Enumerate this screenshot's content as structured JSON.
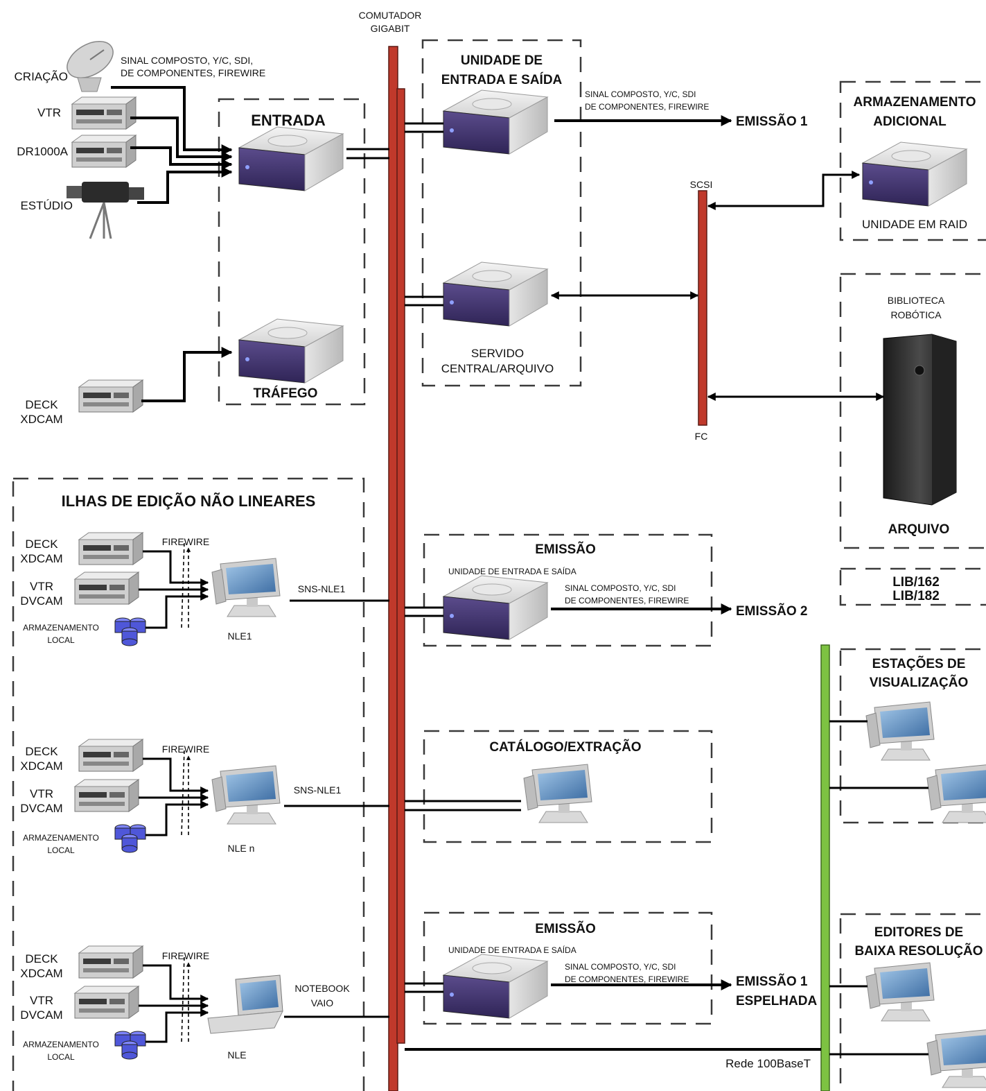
{
  "switch": {
    "label_line1": "COMUTADOR",
    "label_line2": "GIGABIT"
  },
  "sources": {
    "criacao": "CRIAÇÃO",
    "vtr": "VTR",
    "dr1000a": "DR1000A",
    "estudio": "ESTÚDIO",
    "signal_line1": "SINAL COMPOSTO, Y/C, SDI,",
    "signal_line2": "DE COMPONENTES, FIREWIRE",
    "deck_line1": "DECK",
    "deck_line2": "XDCAM"
  },
  "entrada": {
    "title": "ENTRADA",
    "trafego": "TRÁFEGO"
  },
  "io_unit": {
    "title_line1": "UNIDADE DE",
    "title_line2": "ENTRADA E SAÍDA",
    "signal_line1": "SINAL COMPOSTO, Y/C, SDI",
    "signal_line2": "DE COMPONENTES, FIREWIRE",
    "output": "EMISSÃO 1",
    "server_line1": "SERVIDO",
    "server_line2": "CENTRAL/ARQUIVO"
  },
  "storage": {
    "scsi": "SCSI",
    "fc": "FC",
    "title_line1": "ARMAZENAMENTO",
    "title_line2": "ADICIONAL",
    "raid": "UNIDADE EM RAID",
    "library_line1": "BIBLIOTECA",
    "library_line2": "ROBÓTICA",
    "archive": "ARQUIVO",
    "lib1": "LIB/162",
    "lib2": "LIB/182"
  },
  "nle": {
    "title": "ILHAS DE EDIÇÃO NÃO LINEARES",
    "deck_line1": "DECK",
    "deck_line2": "XDCAM",
    "vtr_line1": "VTR",
    "vtr_line2": "DVCAM",
    "storage_line1": "ARMAZENAMENTO",
    "storage_line2": "LOCAL",
    "firewire": "FIREWIRE",
    "link1": "SNS-NLE1",
    "link2": "SNS-NLE1",
    "notebook_line1": "NOTEBOOK",
    "notebook_line2": "VAIO",
    "station1": "NLE1",
    "station2": "NLE n",
    "station3": "NLE"
  },
  "emissao_a": {
    "title": "EMISSÃO",
    "subtitle": "UNIDADE DE ENTRADA E SAÍDA",
    "signal_line1": "SINAL COMPOSTO, Y/C, SDI",
    "signal_line2": "DE COMPONENTES, FIREWIRE",
    "output": "EMISSÃO 2"
  },
  "catalogo": {
    "title": "CATÁLOGO/EXTRAÇÃO"
  },
  "emissao_b": {
    "title": "EMISSÃO",
    "subtitle": "UNIDADE DE ENTRADA E SAÍDA",
    "signal_line1": "SINAL COMPOSTO, Y/C, SDI",
    "signal_line2": "DE COMPONENTES, FIREWIRE",
    "output_line1": "EMISSÃO 1",
    "output_line2": "ESPELHADA"
  },
  "viewing": {
    "title_line1": "ESTAÇÕES DE",
    "title_line2": "VISUALIZAÇÃO"
  },
  "lowres": {
    "title_line1": "EDITORES DE",
    "title_line2": "BAIXA RESOLUÇÃO"
  },
  "network": {
    "label": "Rede 100BaseT"
  },
  "colors": {
    "switch_bus": "#c0392b",
    "network_bus": "#7dc242",
    "server_panel": "#4a3b78",
    "server_body": "#dcdcdc"
  }
}
